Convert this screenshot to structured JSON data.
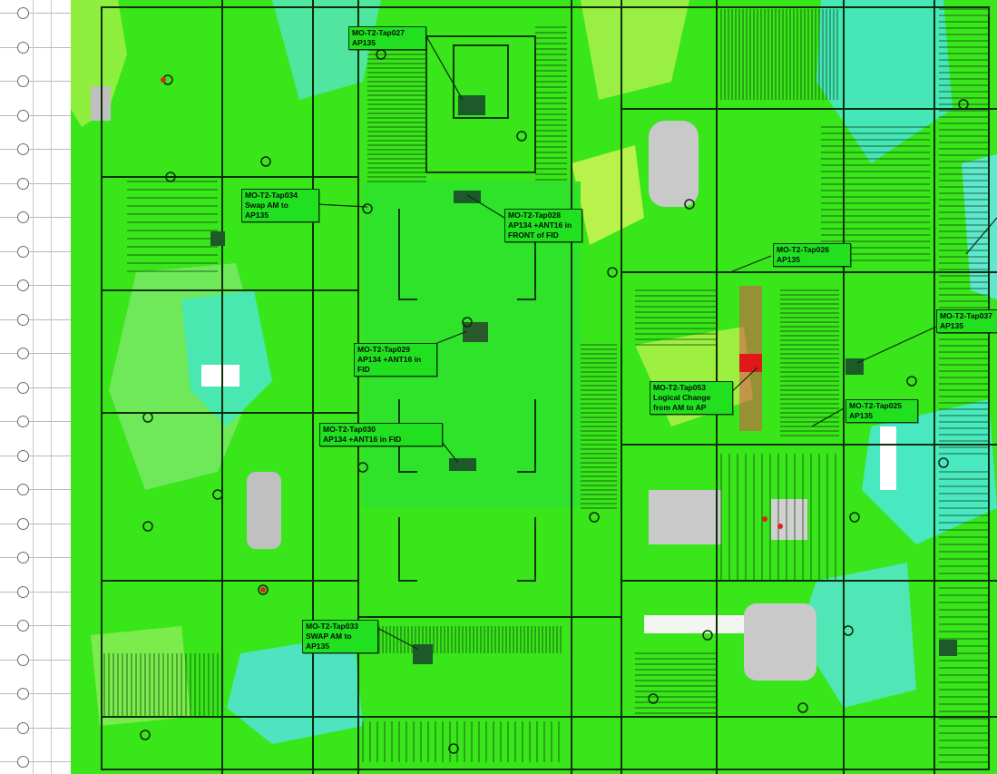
{
  "viewer": {
    "name": "wireless site survey heatmap floor plan",
    "colors": {
      "coverage_strong": "#39e61a",
      "coverage_medium": "#5ff04a",
      "coverage_weak": "#b8f24a",
      "coverage_cyan": "#42ecc0",
      "wall": "#0b2e0b",
      "no_coverage": "#c9c9c9",
      "callout_bg": "#20e020",
      "ap_marker": "#e02020"
    }
  },
  "callouts": [
    {
      "id": "tap027",
      "text": "MO-T2-Tap027\nAP135"
    },
    {
      "id": "tap034",
      "text": "MO-T2-Tap034\nSwap AM to\nAP135"
    },
    {
      "id": "tap028",
      "text": "MO-T2-Tap028\nAP134 +ANT16 in\nFRONT of FID"
    },
    {
      "id": "tap026",
      "text": "MO-T2-Tap026\nAP135"
    },
    {
      "id": "tap029",
      "text": "MO-T2-Tap029\nAP134 +ANT16 in\nFID"
    },
    {
      "id": "tap037",
      "text": "MO-T2-Tap037\nAP135"
    },
    {
      "id": "tap053",
      "text": "MO-T2-Tap053\nLogical Change\nfrom AM to AP"
    },
    {
      "id": "tap025",
      "text": "MO-T2-Tap025\nAP135"
    },
    {
      "id": "tap030",
      "text": "MO-T2-Tap030\nAP134 +ANT16 in FID"
    },
    {
      "id": "tap033",
      "text": "MO-T2-Tap033\nSWAP AM to\nAP135"
    }
  ]
}
